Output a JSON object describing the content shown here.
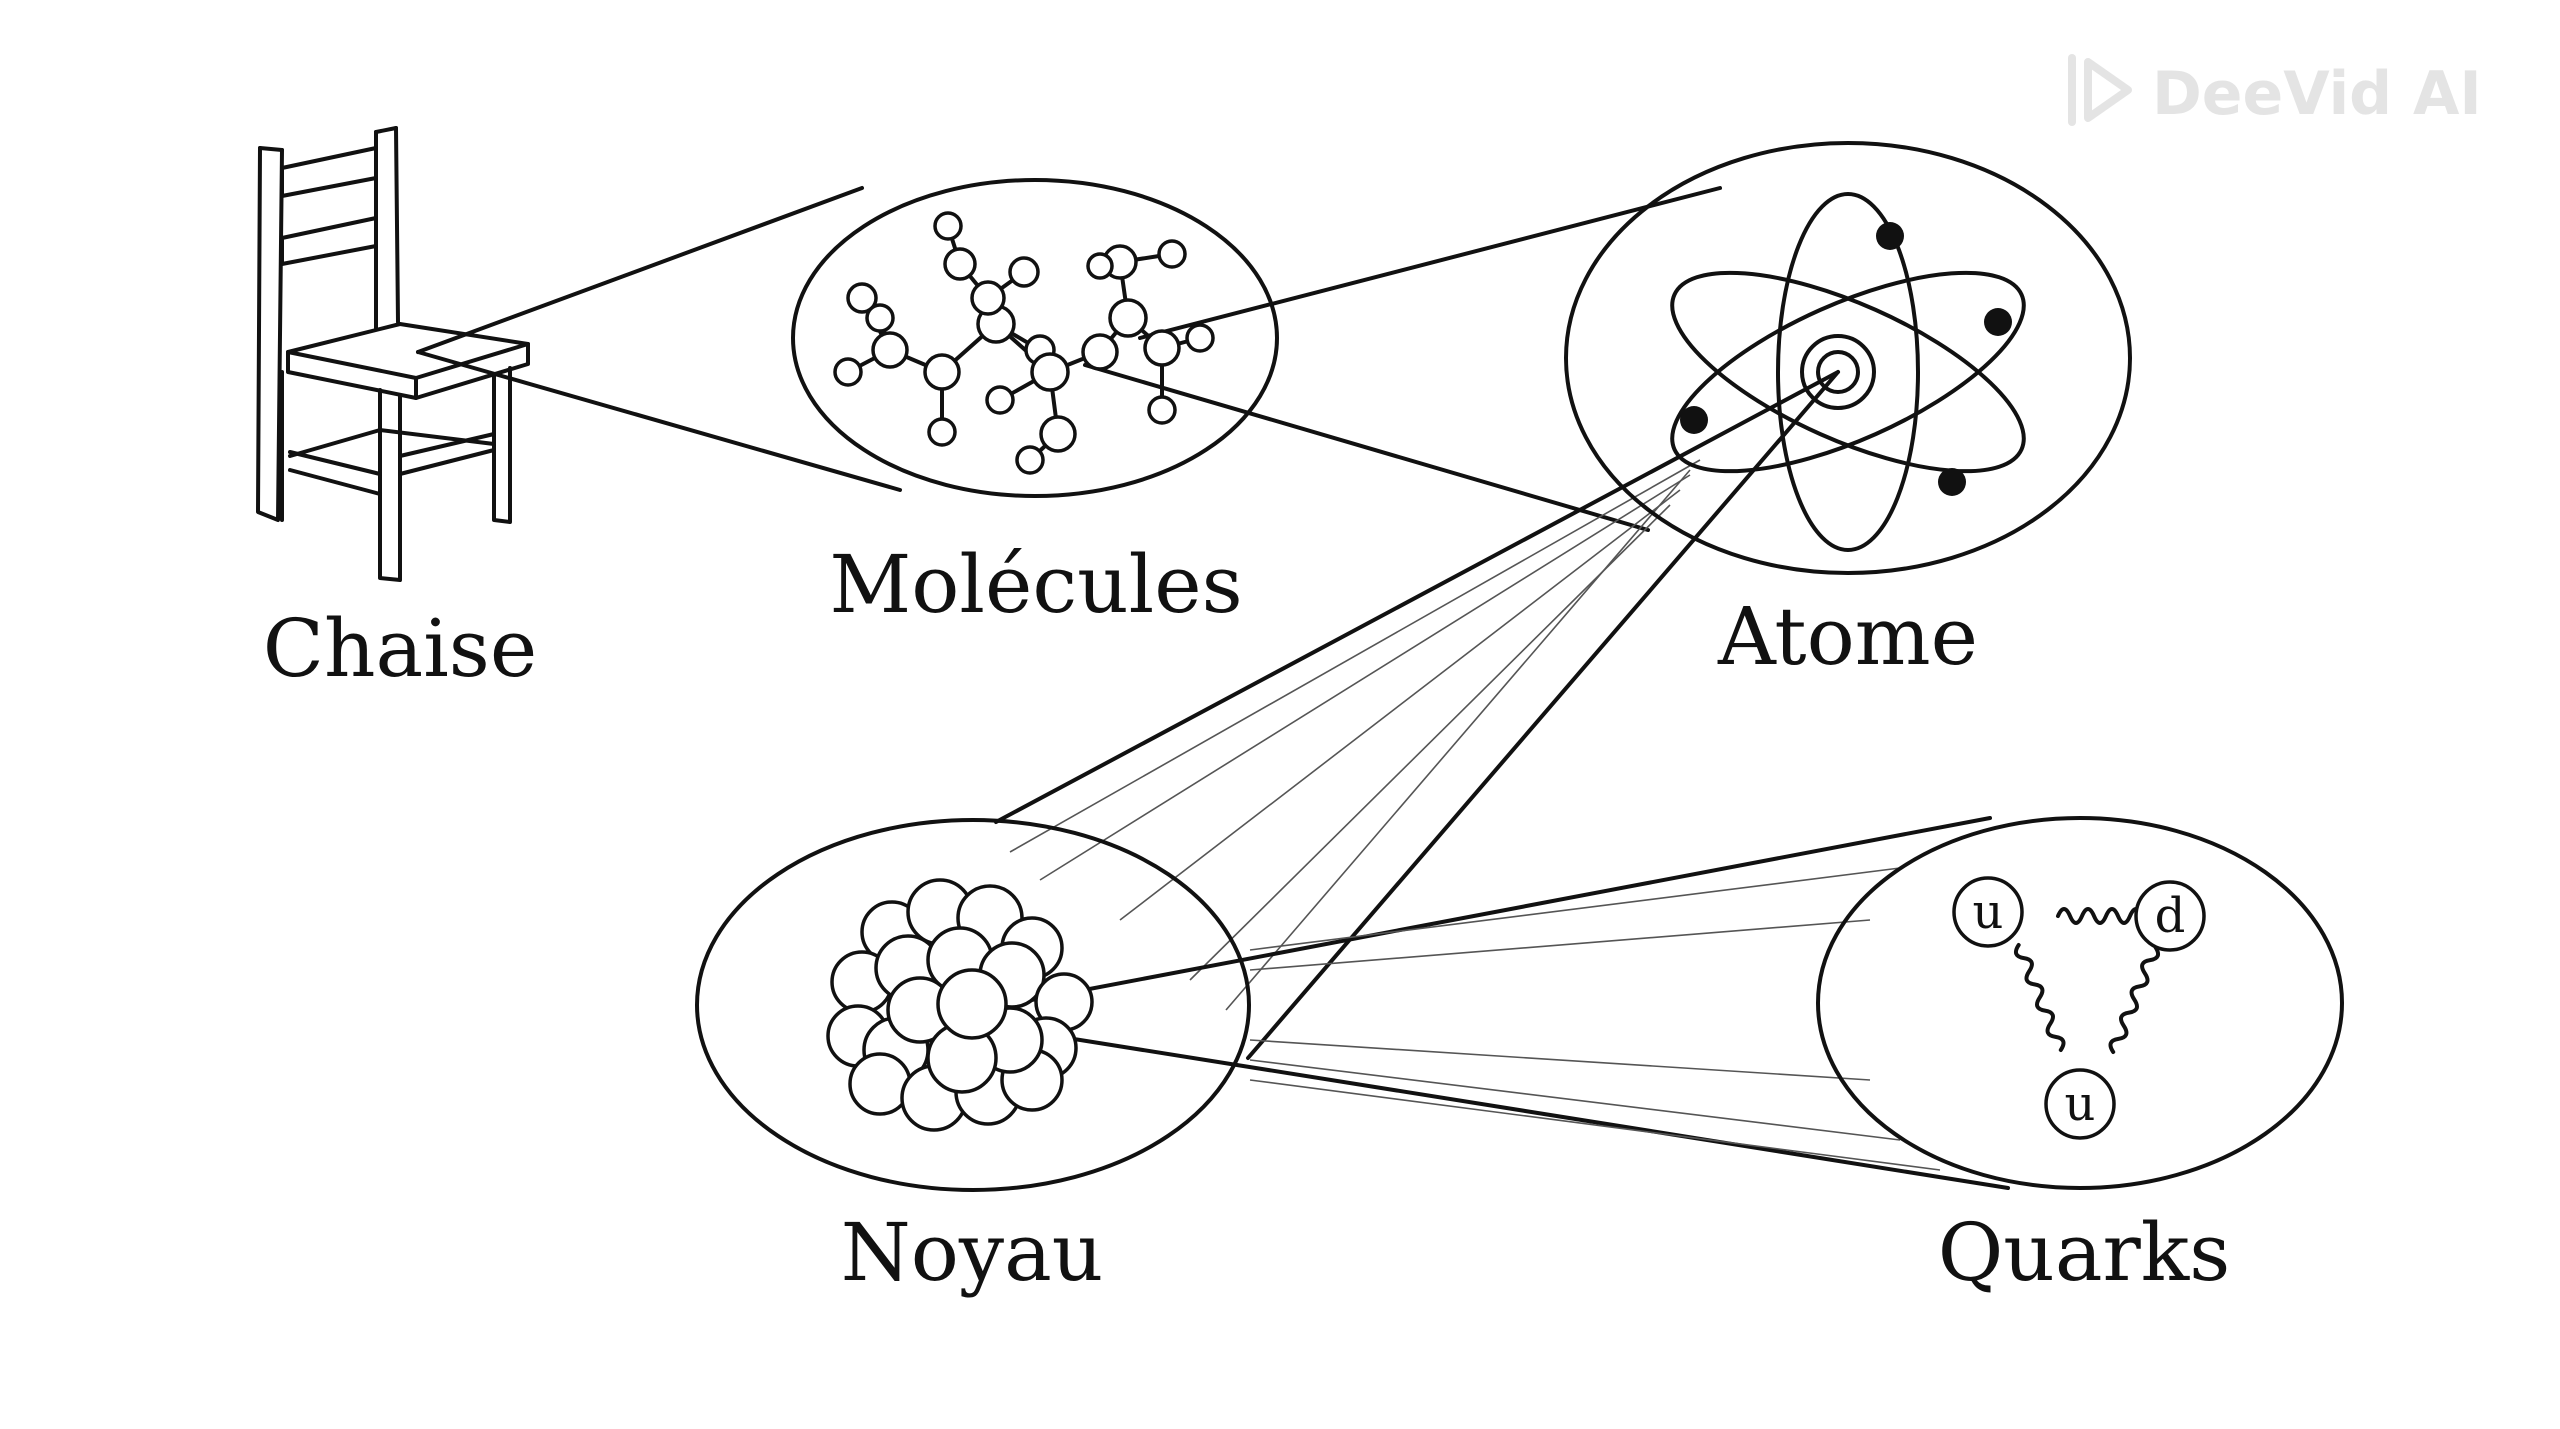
{
  "labels": {
    "chair": "Chaise",
    "molecules": "Molécules",
    "atom": "Atome",
    "nucleus": "Noyau",
    "quarks": "Quarks"
  },
  "quarks": {
    "top_left": "u",
    "top_right": "d",
    "bottom": "u"
  },
  "watermark": "DeeVid AI",
  "icons": {
    "watermark_logo": "play-triangle-icon"
  }
}
